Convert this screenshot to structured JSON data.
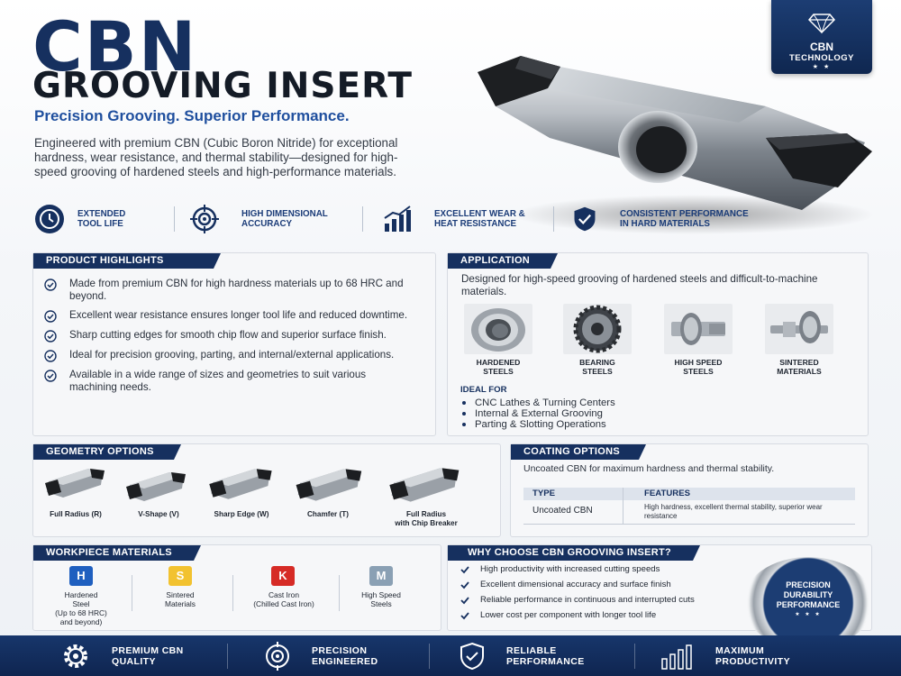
{
  "header": {
    "title_top": "CBN",
    "title_main": "GROOVING INSERT",
    "tagline": "Precision Grooving. Superior Performance.",
    "intro": "Engineered with premium CBN (Cubic Boron Nitride) for exceptional hardness, wear resistance, and thermal stability—designed for high-speed grooving of hardened steels and high-performance materials."
  },
  "badge": {
    "line1": "CBN",
    "line2": "TECHNOLOGY",
    "stars": "★ ★"
  },
  "features": [
    {
      "icon": "clock-icon",
      "line1": "EXTENDED",
      "line2": "TOOL LIFE"
    },
    {
      "icon": "target-icon",
      "line1": "HIGH DIMENSIONAL",
      "line2": "ACCURACY"
    },
    {
      "icon": "growth-chart-icon",
      "line1": "EXCELLENT WEAR &",
      "line2": "HEAT RESISTANCE"
    },
    {
      "icon": "shield-check-icon",
      "line1": "CONSISTENT PERFORMANCE",
      "line2": "IN HARD MATERIALS"
    }
  ],
  "highlights": {
    "title": "PRODUCT HIGHLIGHTS",
    "items": [
      "Made from premium CBN for high hardness materials up to 68 HRC and beyond.",
      "Excellent wear resistance ensures longer tool life and reduced downtime.",
      "Sharp cutting edges for smooth chip flow and superior surface finish.",
      "Ideal for precision grooving, parting, and internal/external applications.",
      "Available in a wide range of sizes and geometries to suit various machining needs."
    ]
  },
  "application": {
    "title": "APPLICATION",
    "desc": "Designed for high-speed grooving of hardened steels and difficult-to-machine materials.",
    "materials": [
      {
        "line1": "HARDENED",
        "line2": "STEELS"
      },
      {
        "line1": "BEARING",
        "line2": "STEELS"
      },
      {
        "line1": "HIGH SPEED",
        "line2": "STEELS"
      },
      {
        "line1": "SINTERED",
        "line2": "MATERIALS"
      }
    ],
    "ideal_title": "IDEAL FOR",
    "ideal": [
      "CNC Lathes & Turning Centers",
      "Internal & External Grooving",
      "Parting & Slotting Operations"
    ]
  },
  "geometry": {
    "title": "GEOMETRY OPTIONS",
    "items": [
      {
        "line1": "Full Radius (R)",
        "line2": ""
      },
      {
        "line1": "V-Shape (V)",
        "line2": ""
      },
      {
        "line1": "Sharp Edge (W)",
        "line2": ""
      },
      {
        "line1": "Chamfer (T)",
        "line2": ""
      },
      {
        "line1": "Full Radius",
        "line2": "with Chip Breaker"
      }
    ]
  },
  "coating": {
    "title": "COATING OPTIONS",
    "desc": "Uncoated CBN for maximum hardness and thermal stability.",
    "col_type": "TYPE",
    "col_features": "FEATURES",
    "row_type": "Uncoated CBN",
    "row_features": "High hardness, excellent thermal stability, superior wear resistance"
  },
  "workpiece": {
    "title": "WORKPIECE MATERIALS",
    "items": [
      {
        "letter": "H",
        "color": "#1f5fbf",
        "line1": "Hardened",
        "line2": "Steel",
        "line3": "(Up to 68 HRC)",
        "line4": "and beyond)"
      },
      {
        "letter": "S",
        "color": "#f2c230",
        "line1": "Sintered",
        "line2": "Materials",
        "line3": "",
        "line4": ""
      },
      {
        "letter": "K",
        "color": "#d62b26",
        "line1": "Cast Iron",
        "line2": "(Chilled Cast Iron)",
        "line3": "",
        "line4": ""
      },
      {
        "letter": "M",
        "color": "#8aa0b4",
        "line1": "High Speed",
        "line2": "Steels",
        "line3": "",
        "line4": ""
      }
    ]
  },
  "why": {
    "title": "WHY CHOOSE CBN GROOVING INSERT?",
    "items": [
      "High productivity with increased cutting speeds",
      "Excellent dimensional accuracy and surface finish",
      "Reliable performance in continuous and interrupted cuts",
      "Lower cost per component with longer tool life"
    ],
    "seal": {
      "line1": "PRECISION",
      "line2": "DURABILITY",
      "line3": "PERFORMANCE",
      "stars": "★ ★ ★"
    }
  },
  "footer": [
    {
      "icon": "gear-icon",
      "line1": "PREMIUM CBN",
      "line2": "QUALITY"
    },
    {
      "icon": "crosshair-icon",
      "line1": "PRECISION",
      "line2": "ENGINEERED"
    },
    {
      "icon": "shield-icon",
      "line1": "RELIABLE",
      "line2": "PERFORMANCE"
    },
    {
      "icon": "bar-chart-icon",
      "line1": "MAXIMUM",
      "line2": "PRODUCTIVITY"
    }
  ]
}
